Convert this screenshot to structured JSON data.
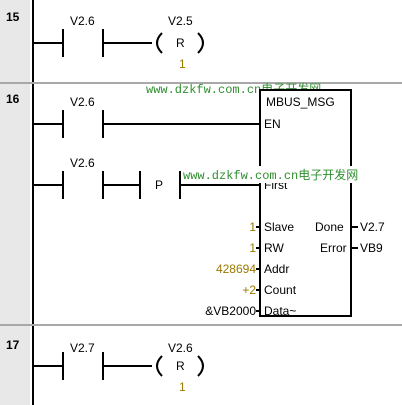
{
  "networks": [
    {
      "number": "15",
      "contact": "V2.6",
      "coil": {
        "address": "V2.5",
        "type": "R",
        "count": "1"
      }
    },
    {
      "number": "16",
      "en_contact": "V2.6",
      "first_contact": "V2.6",
      "edge_box": "P",
      "block": {
        "title": "MBUS_MSG",
        "inputs": [
          "EN",
          "First",
          "Slave",
          "RW",
          "Addr",
          "Count",
          "Data~"
        ],
        "outputs": [
          "Done",
          "Error"
        ],
        "params": {
          "slave": "1",
          "rw": "1",
          "addr": "428694",
          "count": "+2",
          "data": "&VB2000"
        },
        "output_values": {
          "done": "V2.7",
          "error": "VB9"
        }
      }
    },
    {
      "number": "17",
      "contact": "V2.7",
      "coil": {
        "address": "V2.6",
        "type": "R",
        "count": "1"
      }
    }
  ],
  "watermark": {
    "url": "www.dzkfw.com.cn",
    "text": "电子开发网"
  }
}
